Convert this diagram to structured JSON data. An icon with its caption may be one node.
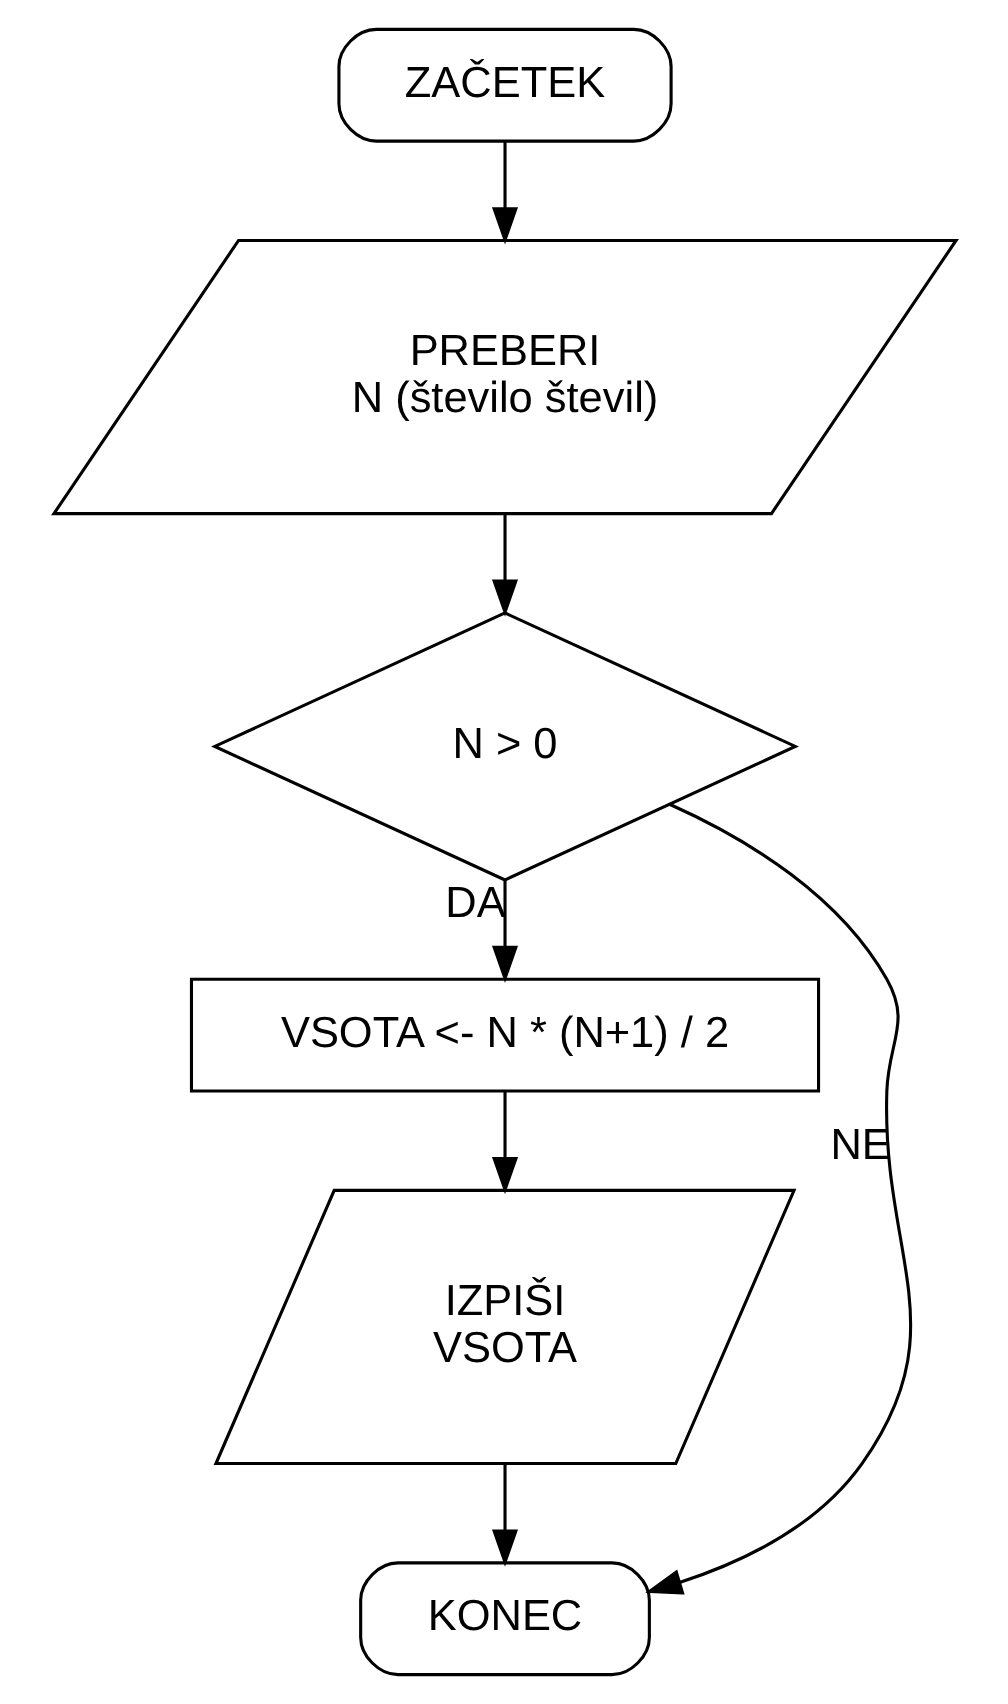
{
  "diagram": {
    "nodes": [
      {
        "text": [
          "ZAČETEK"
        ]
      },
      {
        "text": [
          "PREBERI",
          "N (število števil)"
        ]
      },
      {
        "text": [
          "N > 0"
        ]
      },
      {
        "text": [
          "VSOTA <- N * (N+1) / 2"
        ]
      },
      {
        "text": [
          "IZPIŠI",
          "VSOTA"
        ]
      },
      {
        "text": [
          "KONEC"
        ]
      }
    ],
    "edges": [
      {
        "from": 0,
        "to": 1,
        "arrow": "to"
      },
      {
        "from": 1,
        "to": 2,
        "arrow": "to"
      },
      {
        "from": 2,
        "to": 3,
        "arrow": "to",
        "label": "DA"
      },
      {
        "from": 3,
        "to": 4,
        "arrow": "to"
      },
      {
        "from": 4,
        "to": 5,
        "arrow": "to"
      },
      {
        "from": 2,
        "to": 5,
        "arrow": "to",
        "label": "NE"
      }
    ]
  }
}
